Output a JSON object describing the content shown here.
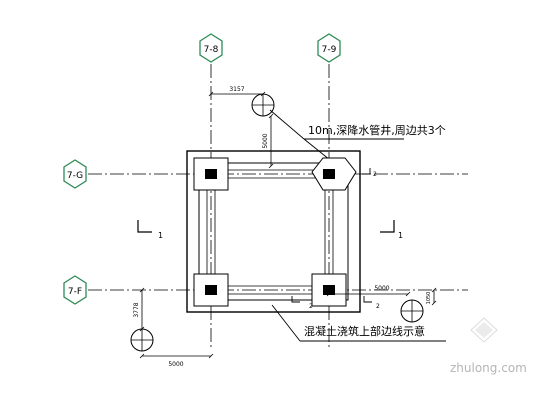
{
  "axes": {
    "top_left": "7-8",
    "top_right": "7-9",
    "left_upper": "7-G",
    "left_lower": "7-F"
  },
  "dimensions": {
    "top_offset": "3157",
    "vertical_well": "5000",
    "bottom_horizontal": "5000",
    "small_right": "1050",
    "left_vertical": "3778",
    "bottom_left": "5000"
  },
  "annotations": {
    "well_note": "10m,深降水管井,周边共3个",
    "edge_note": "混凝土浇筑上部边线示意"
  },
  "section_marks": {
    "left": "1",
    "right": "1",
    "top_right_small": "2",
    "bottom_small": "2",
    "bottom_right_small": "2"
  },
  "watermark": {
    "text": "zhulong.com"
  }
}
